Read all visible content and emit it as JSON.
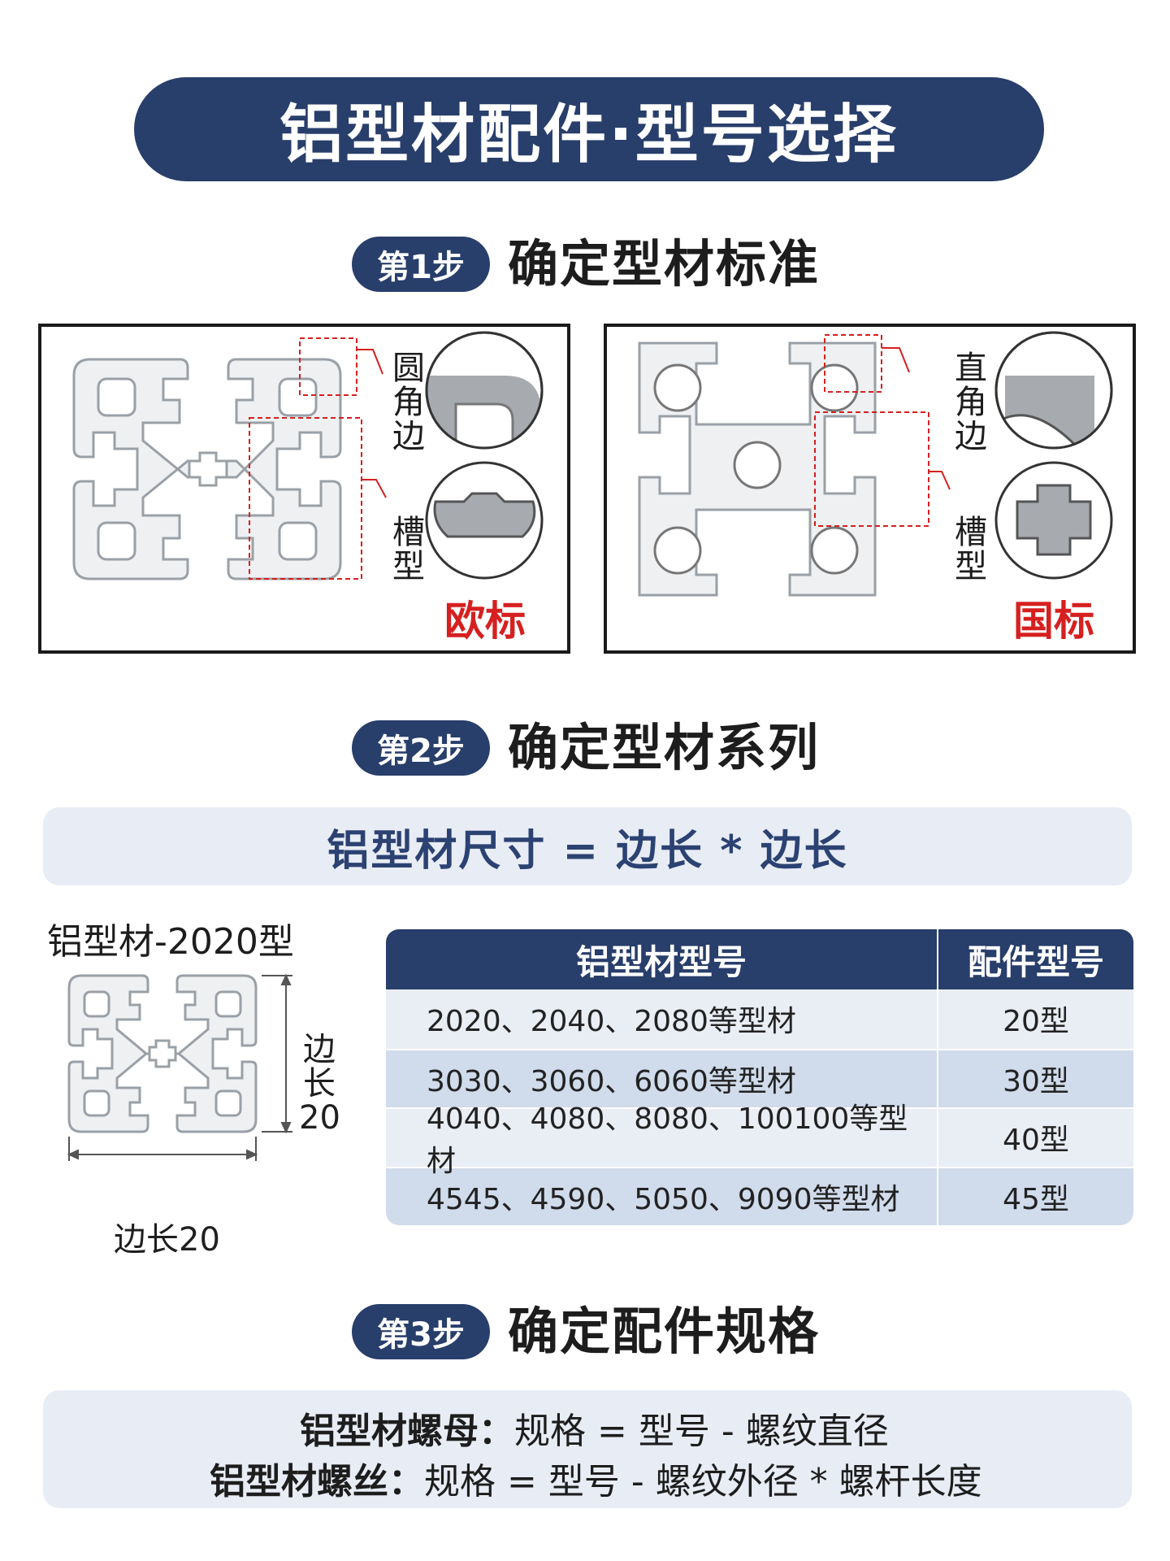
{
  "header": {
    "title": "铝型材配件·型号选择"
  },
  "steps": [
    {
      "badge": "第1步",
      "title": "确定型材标准"
    },
    {
      "badge": "第2步",
      "title": "确定型材系列"
    },
    {
      "badge": "第3步",
      "title": "确定配件规格"
    }
  ],
  "standards": {
    "european": {
      "corner_label": "圆角边",
      "slot_label": "槽型",
      "name": "欧标"
    },
    "national": {
      "corner_label": "直角边",
      "slot_label": "槽型",
      "name": "国标"
    }
  },
  "series": {
    "formula": "铝型材尺寸 = 边长 * 边长",
    "profile_title": "铝型材-2020型",
    "side_vertical": "边长20",
    "side_horizontal": "边长20"
  },
  "table": {
    "headers": [
      "铝型材型号",
      "配件型号"
    ],
    "rows": [
      [
        "2020、2040、2080等型材",
        "20型"
      ],
      [
        "3030、3060、6060等型材",
        "30型"
      ],
      [
        "4040、4080、8080、100100等型材",
        "40型"
      ],
      [
        "4545、4590、5050、9090等型材",
        "45型"
      ]
    ]
  },
  "specs": {
    "nut": {
      "label": "铝型材螺母：",
      "rule": "规格 = 型号 - 螺纹直径"
    },
    "screw": {
      "label": "铝型材螺丝：",
      "rule": "规格 = 型号 - 螺纹外径 * 螺杆长度"
    }
  },
  "colors": {
    "navy": "#283e6b",
    "accent_red": "#d62020",
    "light_panel": "#e8ecf4",
    "row_dark": "#d0dbeb"
  }
}
